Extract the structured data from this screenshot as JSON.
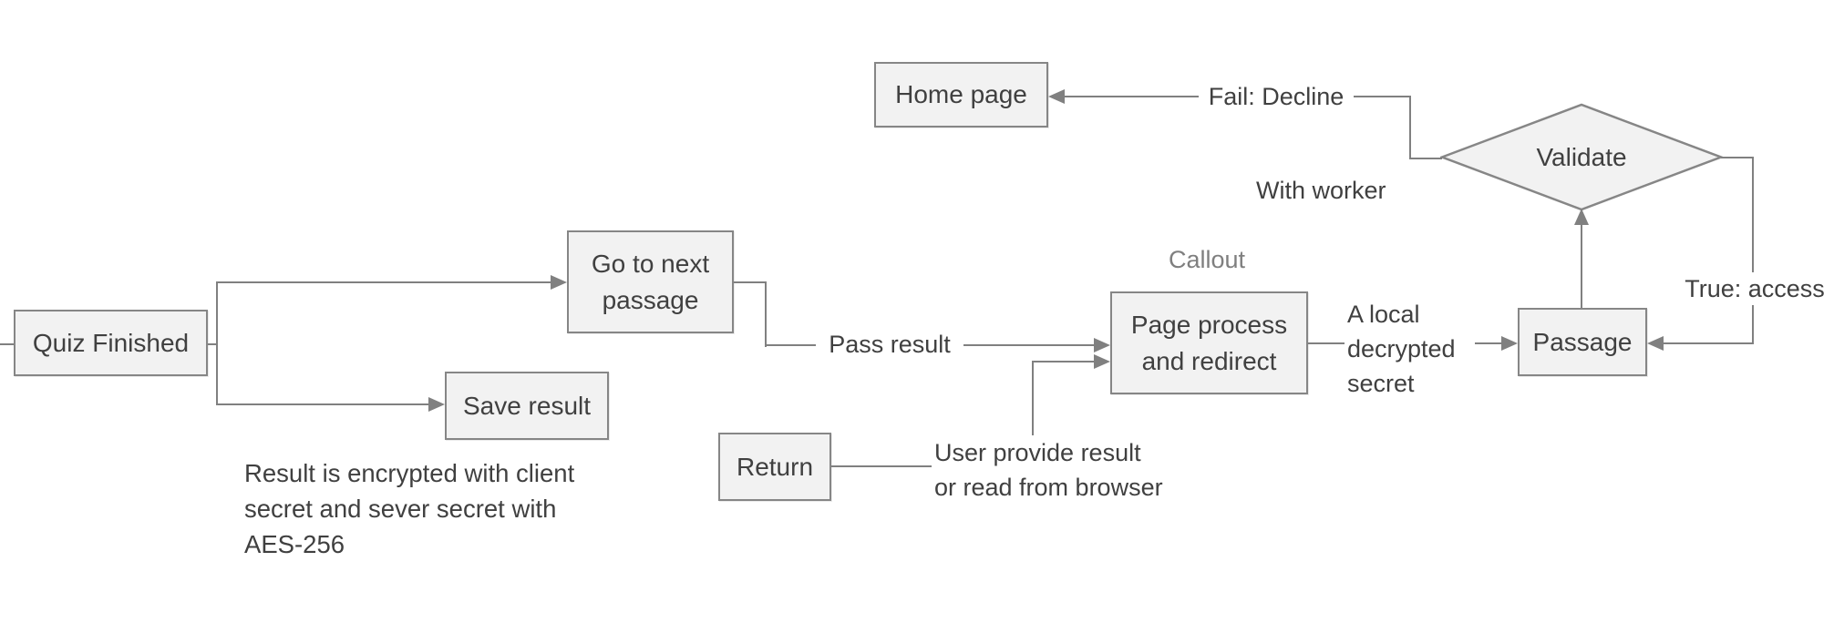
{
  "nodes": {
    "quiz_finished": {
      "label": "Quiz Finished"
    },
    "go_next": {
      "label": "Go to next\npassage"
    },
    "save_result": {
      "label": "Save result"
    },
    "return": {
      "label": "Return"
    },
    "page_process": {
      "label": "Page process\nand redirect"
    },
    "passage": {
      "label": "Passage"
    },
    "home_page": {
      "label": "Home page"
    },
    "validate": {
      "label": "Validate"
    }
  },
  "labels": {
    "pass_result": "Pass result",
    "fail_decline": "Fail: Decline",
    "true_access": "True: access",
    "with_worker": "With worker",
    "callout": "Callout",
    "a_local": "A local\ndecrypted\nsecret",
    "user_provide": "User provide result\nor read from browser",
    "note": "Result is encrypted with client\nsecret and sever secret with\nAES-256"
  },
  "colors": {
    "background": "#ffffff",
    "node_fill": "#f2f2f2",
    "node_border": "#868686",
    "line": "#808080",
    "text": "#404040",
    "muted_text": "#7f7f7f"
  }
}
